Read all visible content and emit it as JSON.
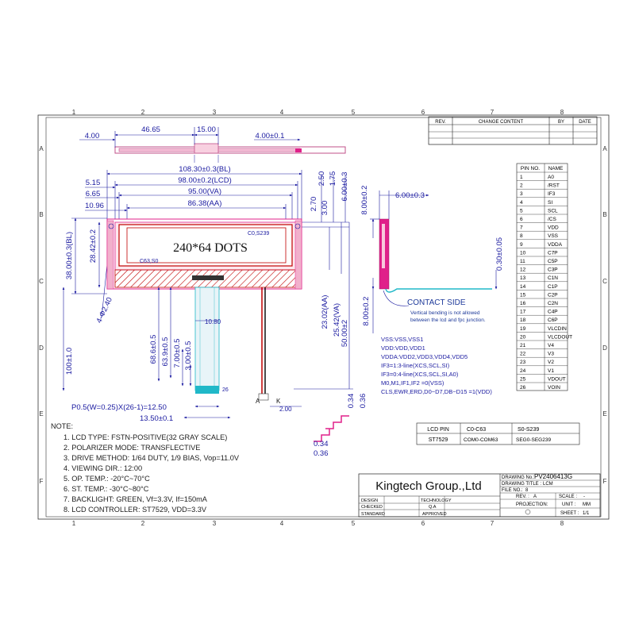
{
  "grid": {
    "cols": [
      "1",
      "2",
      "3",
      "4",
      "5",
      "6",
      "7",
      "8"
    ],
    "rows": [
      "A",
      "B",
      "C",
      "D",
      "E",
      "F"
    ]
  },
  "revision_table": {
    "headers": [
      "REV.",
      "CHANGE CONTENT",
      "BY",
      "DATE"
    ]
  },
  "dims": {
    "top_46_65": "46.65",
    "top_15_00": "15.00",
    "top_4_00": "4.00",
    "top_4_00_tol": "4.00±0.1",
    "bl_width": "108.30±0.3(BL)",
    "lcd_width": "98.00±0.2(LCD)",
    "va_width": "95.00(VA)",
    "aa_width": "86.38(AA)",
    "d_5_15": "5.15",
    "d_6_65": "6.65",
    "d_10_96": "10.96",
    "d_2_50": "2.50",
    "d_1_75": "1.75",
    "d_6_00": "6.00±0.3",
    "d_2_70": "2.70",
    "d_3_00": "3.00",
    "bl_height": "38.00±0.3(BL)",
    "lcd_height": "28.42±0.2",
    "hole": "4-Φ2.40",
    "aa_height": "23.02(AA)",
    "va_height": "25.42(VA)",
    "d_50_00": "50.00±2",
    "d_10_80": "10.80",
    "d_100": "100±1.0",
    "d_68_6": "68.6±0.5",
    "d_63_9": "63.9±0.5",
    "d_7_00": "7.00±0.5",
    "d_3_00b": "3.00±0.5",
    "pitch": "P0.5(W=0.25)X(26-1)=12.50",
    "d_13_50": "13.50±0.1",
    "d_2_00": "2.00",
    "side_6_00": "6.00±0.3",
    "side_8_00": "8.00±0.2",
    "side_0_30": "0.30±0.05",
    "side_8_00b": "8.00±0.2",
    "d_0_34": "0.34",
    "d_0_36": "0.36",
    "d_0_34b": "0.34",
    "d_0_36b": "0.36"
  },
  "display": {
    "dots_label": "240*64 DOTS",
    "c0": "C0,S239",
    "c63": "C63,S0",
    "pin26": "26",
    "pin_a": "A",
    "pin_k": "K"
  },
  "contact": {
    "title": "CONTACT SIDE",
    "note1": "Vertical bending is not allowed",
    "note2": "between the lcd and fpc junction."
  },
  "power_notes": [
    "VSS:VSS,VSS1",
    "VDD:VDD,VDD1",
    "VDDA:VDD2,VDD3,VDD4,VDD5",
    "IF3=1:3-line(XCS,SCL,SI)",
    "IF3=0:4-line(XCS,SCL,SI,A0)",
    "M0,M1,IF1,IF2 =0(VSS)",
    "CLS,EWR,ERD,D0~D7,DB~D15 =1(VDD)"
  ],
  "pin_table": {
    "headers": [
      "PIN NO.",
      "NAME"
    ],
    "rows": [
      [
        "1",
        "A0"
      ],
      [
        "2",
        "/RST"
      ],
      [
        "3",
        "IF3"
      ],
      [
        "4",
        "SI"
      ],
      [
        "5",
        "SCL"
      ],
      [
        "6",
        "/CS"
      ],
      [
        "7",
        "VDD"
      ],
      [
        "8",
        "VSS"
      ],
      [
        "9",
        "VDDA"
      ],
      [
        "10",
        "C7P"
      ],
      [
        "11",
        "C5P"
      ],
      [
        "12",
        "C3P"
      ],
      [
        "13",
        "C1N"
      ],
      [
        "14",
        "C1P"
      ],
      [
        "15",
        "C2P"
      ],
      [
        "16",
        "C2N"
      ],
      [
        "17",
        "C4P"
      ],
      [
        "18",
        "C6P"
      ],
      [
        "19",
        "VLCDIN"
      ],
      [
        "20",
        "VLCDOUT"
      ],
      [
        "21",
        "V4"
      ],
      [
        "22",
        "V3"
      ],
      [
        "23",
        "V2"
      ],
      [
        "24",
        "V1"
      ],
      [
        "25",
        "VDOUT"
      ],
      [
        "26",
        "VOIN"
      ]
    ]
  },
  "seg_table": {
    "rows": [
      [
        "LCD PIN",
        "C0-C63",
        "S0-S239"
      ],
      [
        "ST7529",
        "COM0-COM63",
        "SEG0-SEG239"
      ]
    ]
  },
  "notes": {
    "title": "NOTE:",
    "items": [
      "1. LCD TYPE: FSTN-POSITIVE(32 GRAY SCALE)",
      "2. POLARIZER MODE: TRANSFLECTIVE",
      "3. DRIVE METHOD: 1/64 DUTY, 1/9 BIAS, Vop=11.0V",
      "4. VIEWING DIR.: 12:00",
      "5. OP. TEMP.: -20°C~70°C",
      "6. ST. TEMP.: -30°C~80°C",
      "7. BACKLIGHT: GREEN, Vf=3.3V, If=150mA",
      "8. LCD CONTROLLER: ST7529, VDD=3.3V"
    ]
  },
  "title_block": {
    "company": "Kingtech Group.,Ltd",
    "drawing_no_label": "DRAWING No.:",
    "drawing_no": "PV2406413G",
    "drawing_title_label": "DRAWING TITLE :",
    "drawing_title": "LCM",
    "file_no_label": "FILE NO.:",
    "file_no": "8",
    "rev_label": "REV. :",
    "rev": "A",
    "scale_label": "SCALE :",
    "scale": "-",
    "projection_label": "PROJECTION:",
    "unit_label": "UNIT :",
    "unit": "MM",
    "sheet_label": "SHEET :",
    "sheet": "1/1",
    "design": "DESIGN",
    "checked": "CHECKED",
    "standard": "STANDARD",
    "technology": "TECHNOLOGY",
    "qa": "Q.A",
    "approved": "APPROVED"
  },
  "colors": {
    "line": "#1a1aa0",
    "lcd_red": "#c00000",
    "magenta": "#e0208a",
    "cyan": "#20b8c8",
    "contact_blue": "#1e3a9a"
  }
}
